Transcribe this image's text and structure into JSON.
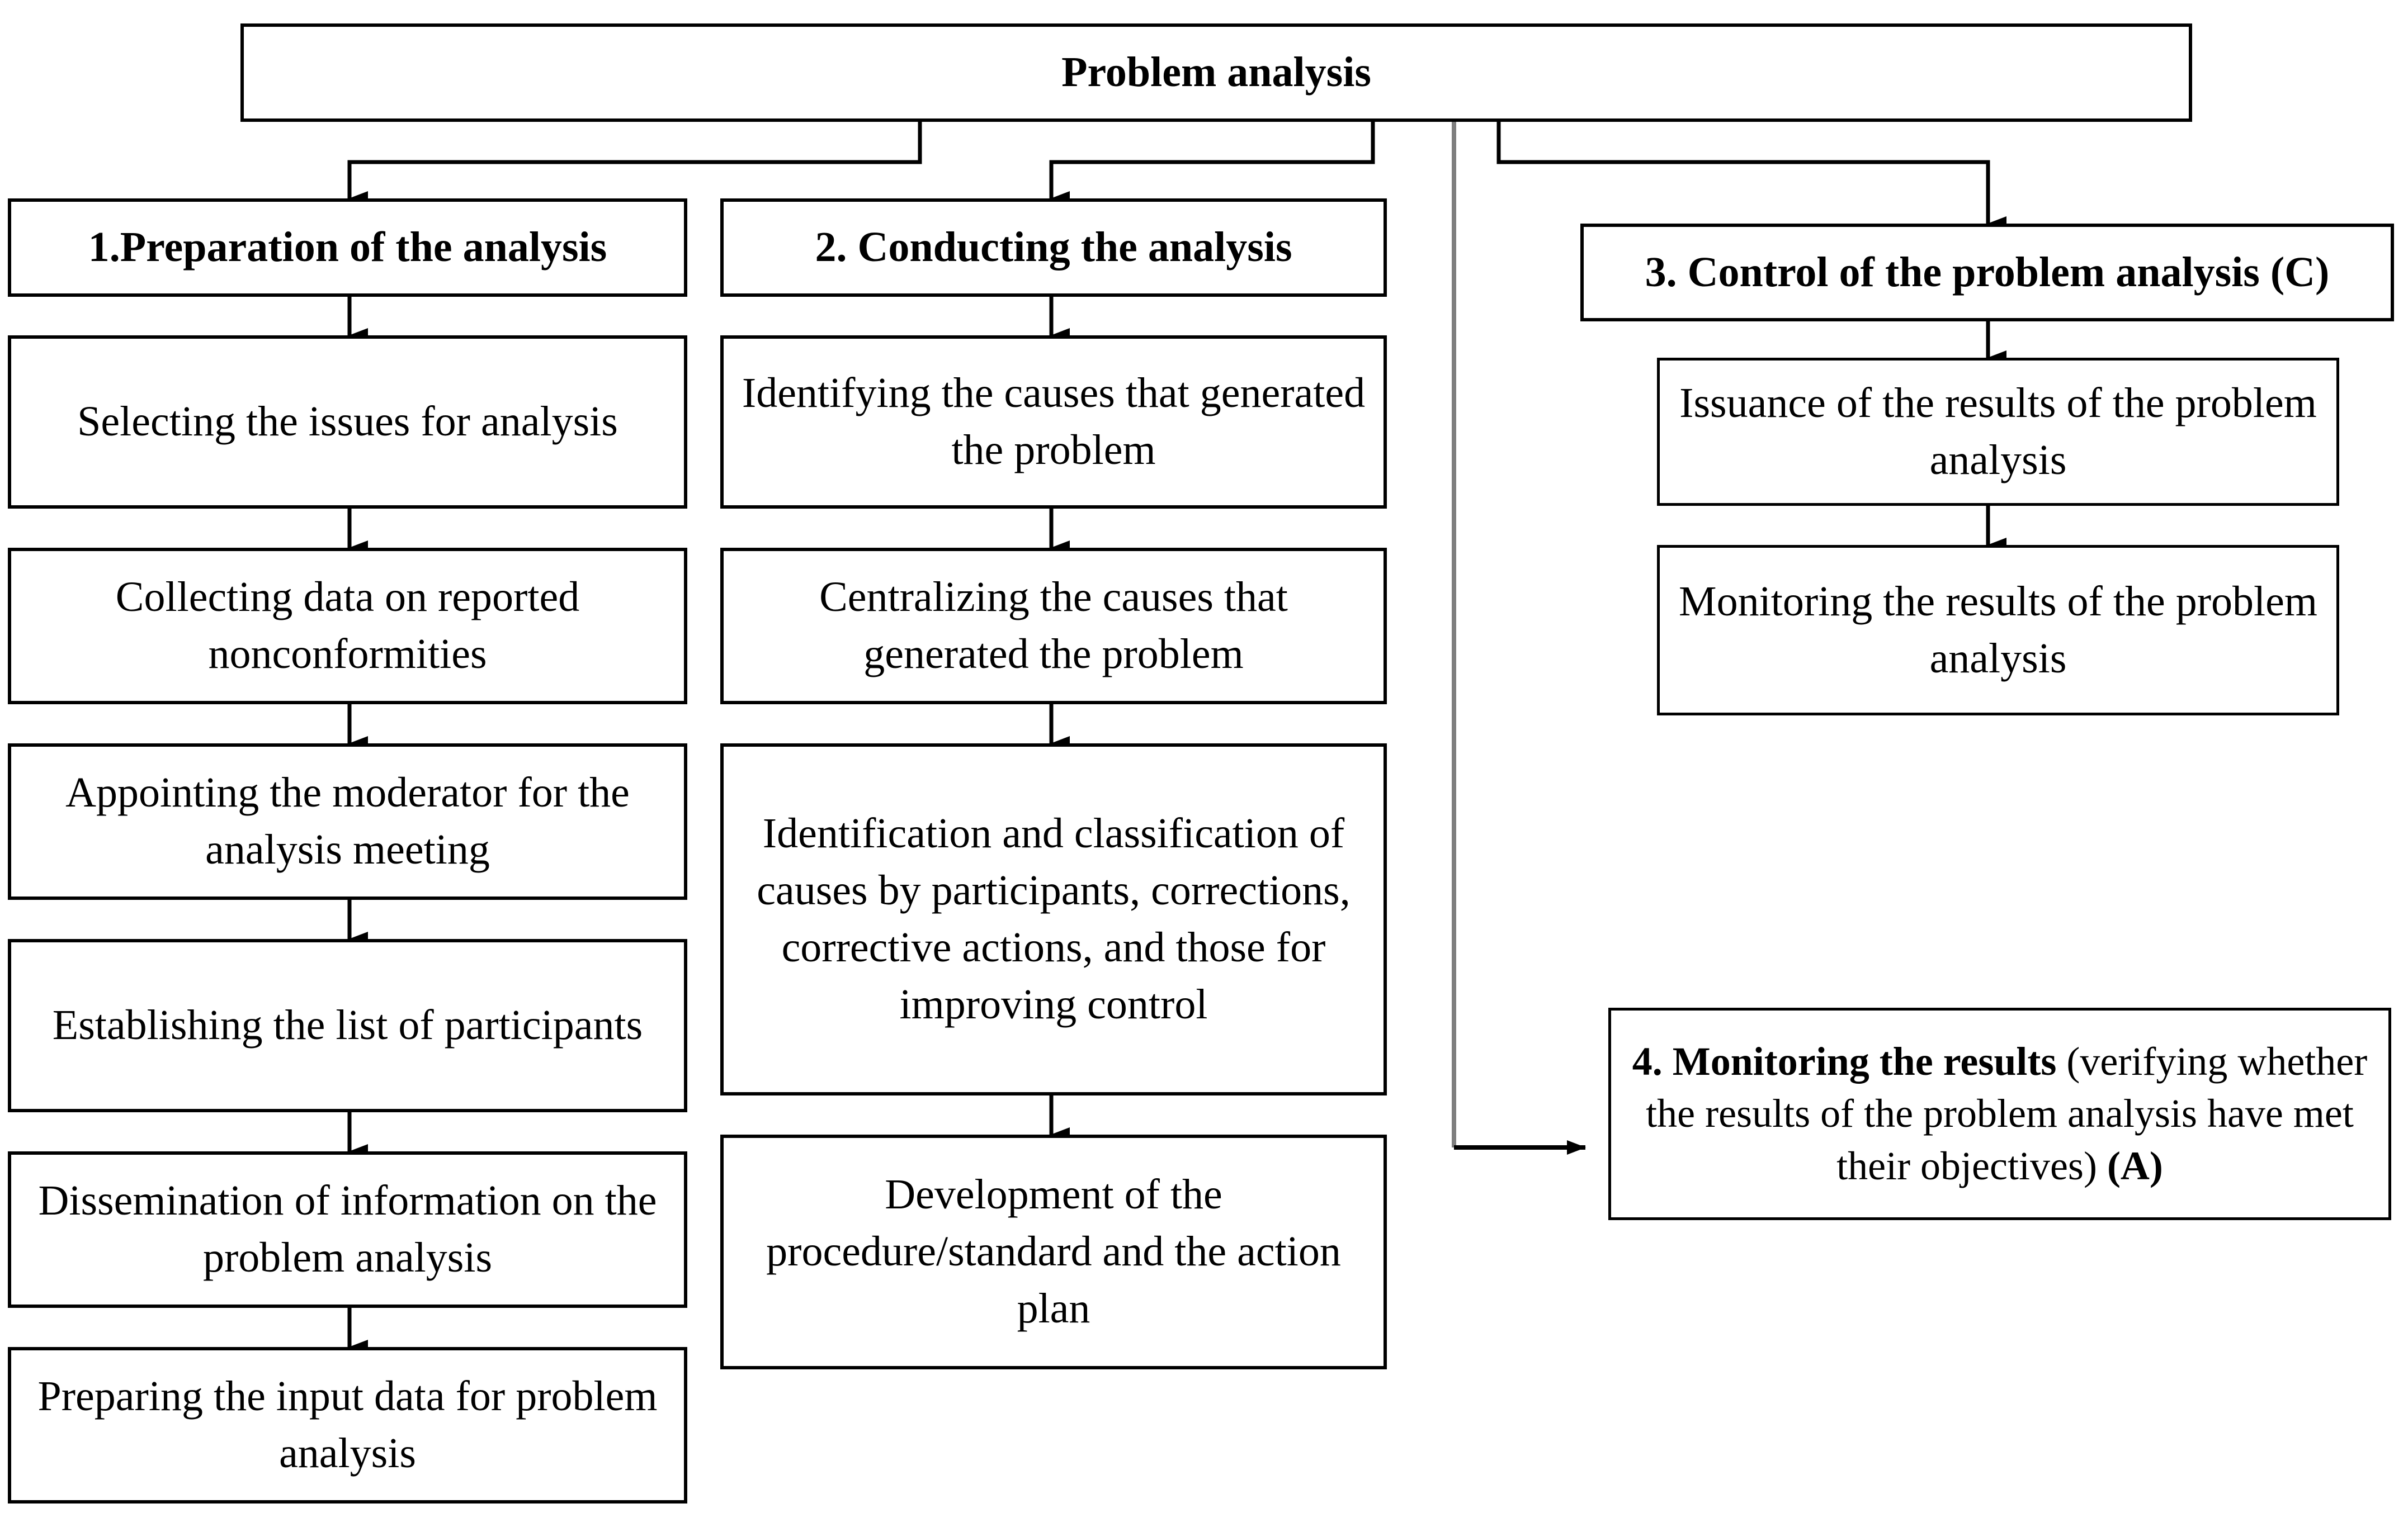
{
  "diagram": {
    "title": "Problem analysis",
    "type": "flowchart",
    "background_color": "#ffffff",
    "line_color": "#000000",
    "secondary_line_color": "#7f7f7f",
    "root": {
      "id": "root",
      "label": "Problem analysis",
      "bold": true
    },
    "branches": [
      {
        "id": "branch-1",
        "header": {
          "id": "stage-1-header",
          "label": "1.Preparation of the analysis",
          "bold": true
        },
        "steps": [
          {
            "id": "step-1-1",
            "label": "Selecting the issues for analysis"
          },
          {
            "id": "step-1-2",
            "label": "Collecting data on reported nonconformities"
          },
          {
            "id": "step-1-3",
            "label": "Appointing the moderator for the analysis meeting"
          },
          {
            "id": "step-1-4",
            "label": "Establishing the list of participants"
          },
          {
            "id": "step-1-5",
            "label": "Dissemination of information on the problem analysis"
          },
          {
            "id": "step-1-6",
            "label": "Preparing the input data for problem analysis"
          }
        ]
      },
      {
        "id": "branch-2",
        "header": {
          "id": "stage-2-header",
          "label": "2. Conducting the analysis",
          "bold": true
        },
        "steps": [
          {
            "id": "step-2-1",
            "label": "Identifying the causes that generated the problem"
          },
          {
            "id": "step-2-2",
            "label": "Centralizing the causes that generated the problem"
          },
          {
            "id": "step-2-3",
            "label": "Identification and classification of causes by participants, corrections, corrective actions, and those for improving control"
          },
          {
            "id": "step-2-4",
            "label": "Development of the procedure/standard and the action plan"
          }
        ]
      },
      {
        "id": "branch-3",
        "header": {
          "id": "stage-3-header",
          "label": "3. Control of the problem analysis (C)",
          "bold": true
        },
        "steps": [
          {
            "id": "step-3-1",
            "label": "Issuance of the results of the problem analysis"
          },
          {
            "id": "step-3-2",
            "label": "Monitoring the results of the problem analysis"
          }
        ]
      }
    ],
    "stage_4": {
      "id": "stage-4",
      "lead_bold": "4. Monitoring the results",
      "body": " (verifying whether the results of the problem analysis have met their objectives) ",
      "trail_bold": "(A)"
    }
  }
}
